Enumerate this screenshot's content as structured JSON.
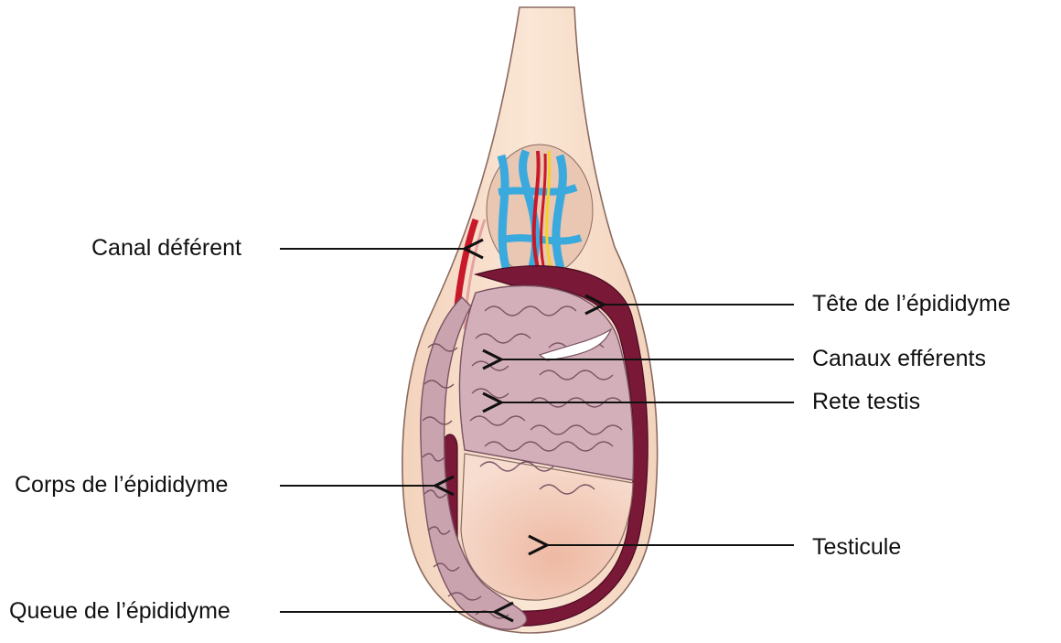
{
  "labels": {
    "canal_deferent": "Canal déférent",
    "corps_epididyme": "Corps de l’épididyme",
    "queue_epididyme": "Queue de l’épididyme",
    "tete_epididyme": "Tête de l’épididyme",
    "canaux_efferents": "Canaux efférents",
    "rete_testis": "Rete testis",
    "testicule": "Testicule"
  },
  "colors": {
    "skin": "#f6dcc4",
    "skin_outline": "#8a6a60",
    "tunica": "#7a1838",
    "tubules": "#c9a3ad",
    "tubule_lines": "#7b5264",
    "testis": "#f1c8b4",
    "vein": "#3aa9dd",
    "artery": "#c8182a",
    "nerve": "#f2d22a"
  }
}
